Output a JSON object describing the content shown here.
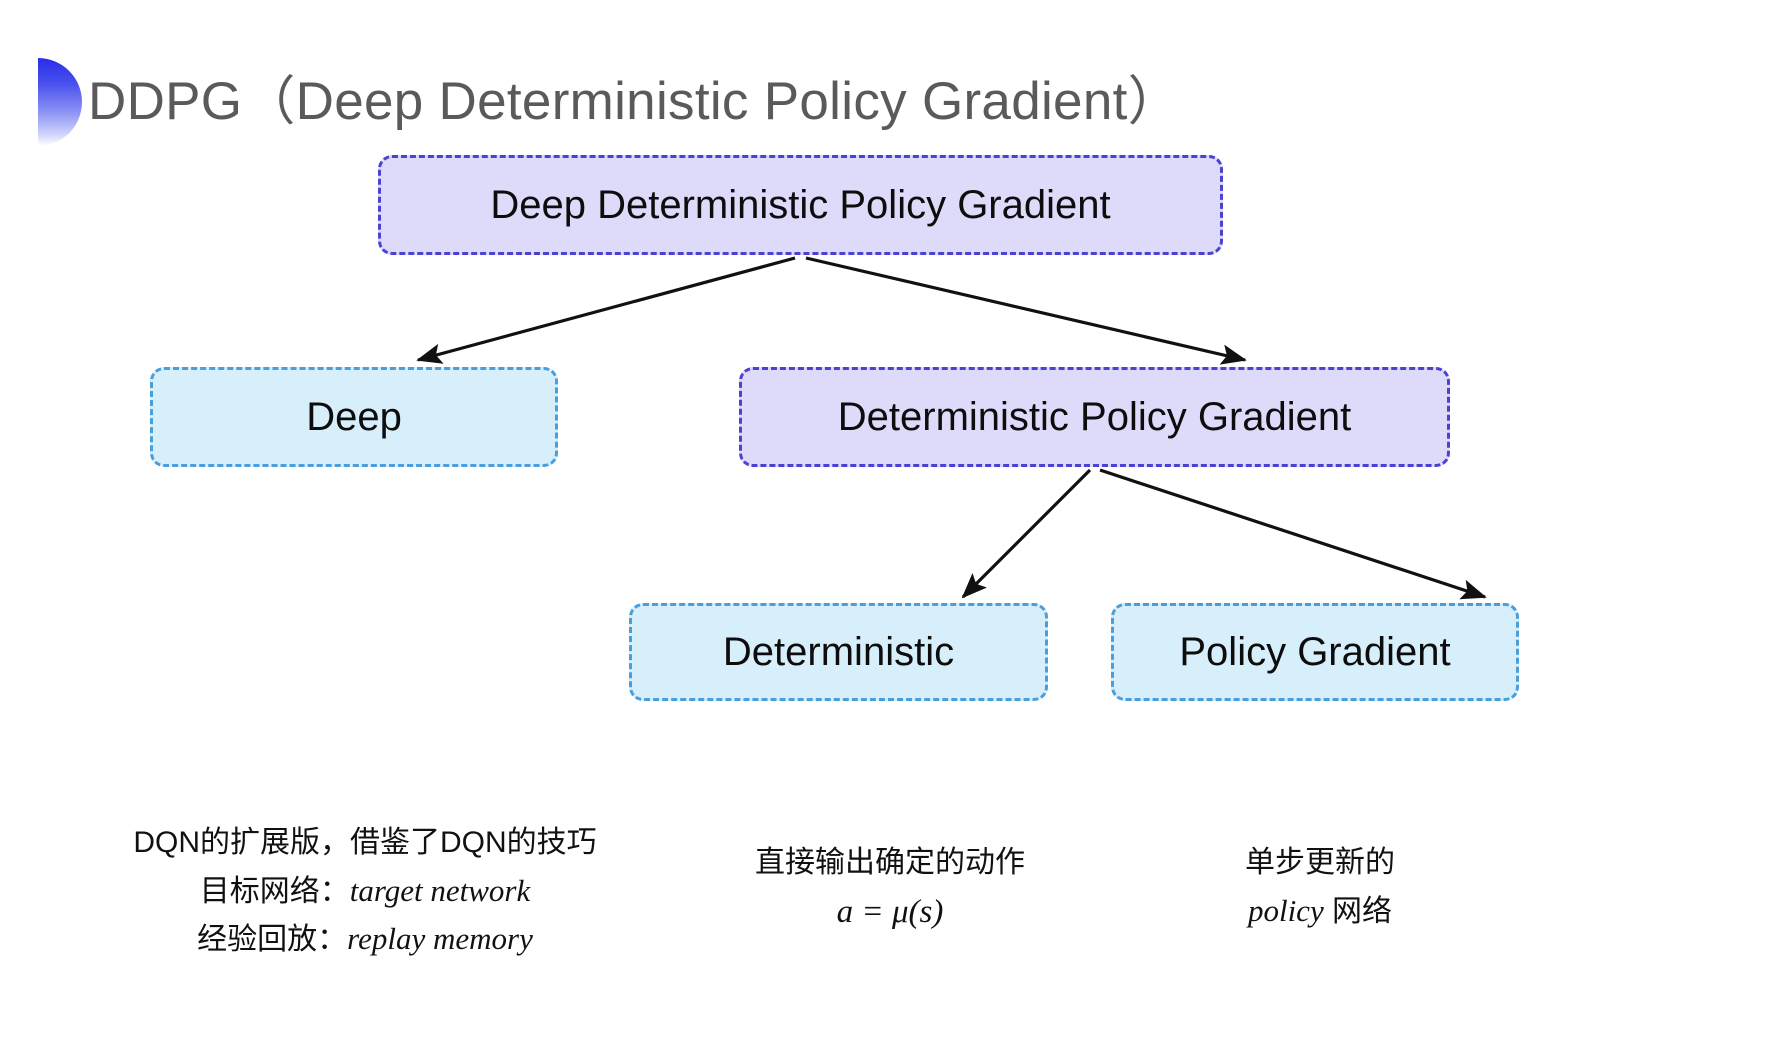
{
  "slide": {
    "title": "DDPG（Deep Deterministic Policy Gradient）",
    "title_color": "#5a5a5a",
    "background": "#ffffff",
    "accent_gradient_start": "#2a2ce8",
    "accent_gradient_end": "#ffffff"
  },
  "palette": {
    "purple_fill": "#dedaf9",
    "purple_border": "#4b42d4",
    "cyan_fill": "#d7eefb",
    "cyan_border": "#4a9ed9",
    "arrow_color": "#111111",
    "text_color": "#0d0d0d"
  },
  "diagram": {
    "nodes": [
      {
        "id": "root",
        "label": "Deep Deterministic Policy Gradient",
        "style": "purple"
      },
      {
        "id": "deep",
        "label": "Deep",
        "style": "cyan"
      },
      {
        "id": "dpg",
        "label": "Deterministic Policy Gradient",
        "style": "purple"
      },
      {
        "id": "det",
        "label": "Deterministic",
        "style": "cyan"
      },
      {
        "id": "pg",
        "label": "Policy Gradient",
        "style": "cyan"
      }
    ],
    "edges": [
      {
        "from": "root",
        "to": "deep"
      },
      {
        "from": "root",
        "to": "dpg"
      },
      {
        "from": "dpg",
        "to": "det"
      },
      {
        "from": "dpg",
        "to": "pg"
      }
    ]
  },
  "annotations": {
    "deep": {
      "line1": "DQN的扩展版，借鉴了DQN的技巧",
      "line2_label": "目标网络：",
      "line2_term": "target network",
      "line3_label": "经验回放：",
      "line3_term": "replay memory"
    },
    "deterministic": {
      "line1": "直接输出确定的动作",
      "formula": "a = μ(s)"
    },
    "policy_gradient": {
      "line1": "单步更新的",
      "line2_term": "policy",
      "line2_suffix": " 网络"
    }
  }
}
